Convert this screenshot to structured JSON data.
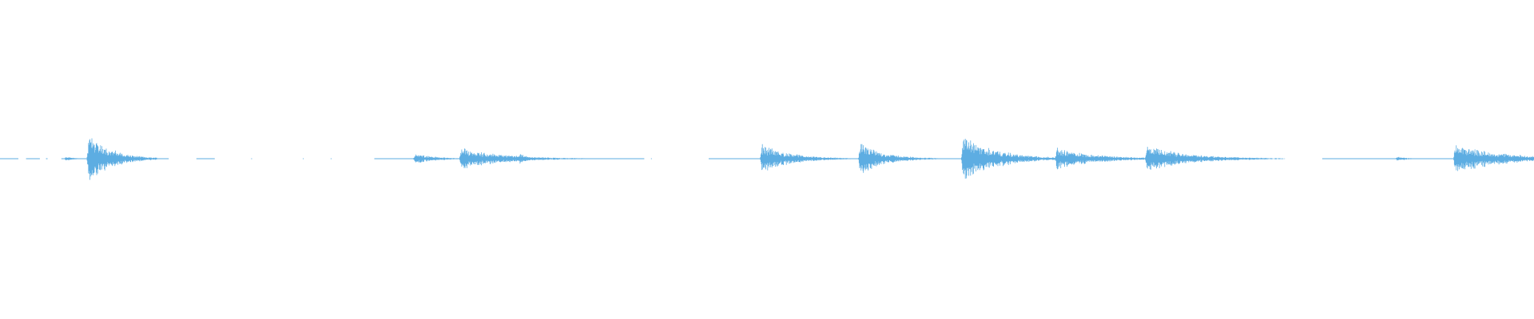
{
  "waveform": {
    "color": "#5dade2",
    "background": "#ffffff",
    "baseline_segments": [
      [
        0.0,
        0.012
      ],
      [
        0.017,
        0.026
      ],
      [
        0.03,
        0.031
      ],
      [
        0.04,
        0.11
      ],
      [
        0.128,
        0.14
      ],
      [
        0.244,
        0.42
      ],
      [
        0.462,
        0.822
      ],
      [
        0.862,
        1.0
      ]
    ],
    "transients": [
      {
        "t": 0.043,
        "peak": 0.08,
        "decay": 0.006
      },
      {
        "t": 0.058,
        "peak": 1.0,
        "decay": 0.014
      },
      {
        "t": 0.271,
        "peak": 0.22,
        "decay": 0.012
      },
      {
        "t": 0.301,
        "peak": 0.42,
        "decay": 0.026
      },
      {
        "t": 0.339,
        "peak": 0.2,
        "decay": 0.006
      },
      {
        "t": 0.497,
        "peak": 0.55,
        "decay": 0.018
      },
      {
        "t": 0.561,
        "peak": 0.58,
        "decay": 0.016
      },
      {
        "t": 0.628,
        "peak": 0.85,
        "decay": 0.022
      },
      {
        "t": 0.689,
        "peak": 0.4,
        "decay": 0.026
      },
      {
        "t": 0.748,
        "peak": 0.48,
        "decay": 0.028
      },
      {
        "t": 0.911,
        "peak": 0.08,
        "decay": 0.008
      },
      {
        "t": 0.949,
        "peak": 0.55,
        "decay": 0.03
      }
    ]
  }
}
